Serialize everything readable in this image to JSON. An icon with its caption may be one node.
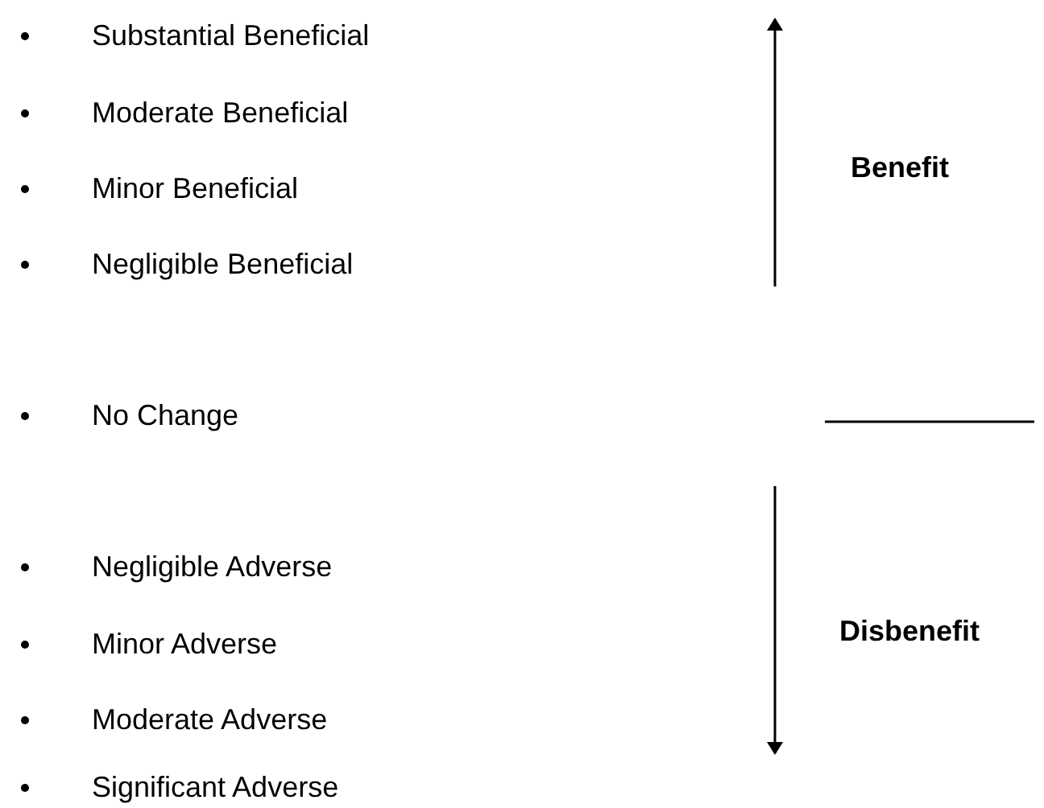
{
  "diagram": {
    "labels": [
      "Substantial Beneficial",
      "Moderate Beneficial",
      "Minor Beneficial",
      "Benefit",
      "Negligible Beneficial",
      "No Change",
      "Negligible Adverse",
      "Minor Adverse",
      "Disbenefit",
      "Moderate Adverse",
      "Significant Adverse"
    ]
  }
}
